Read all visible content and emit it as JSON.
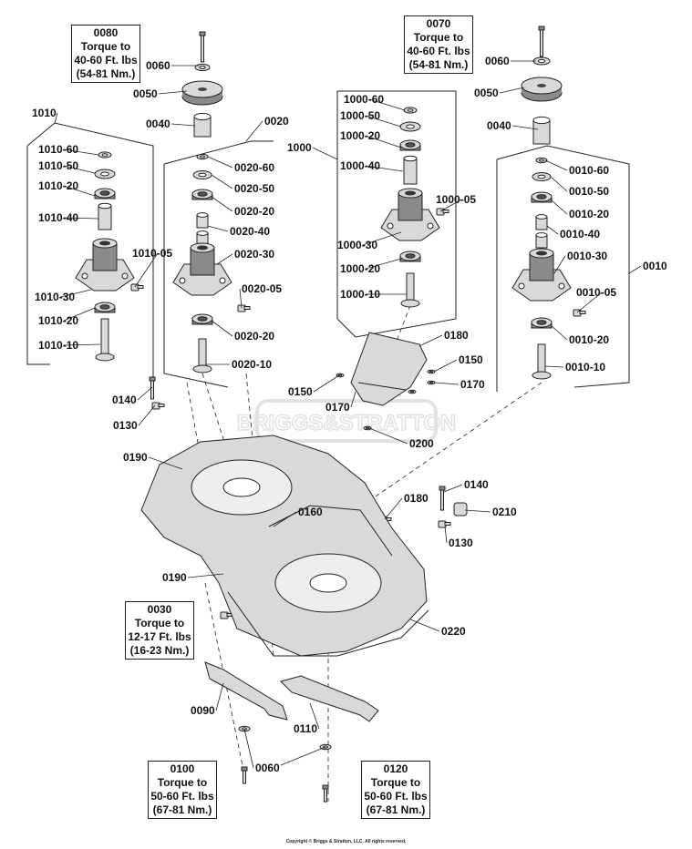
{
  "torque_boxes": [
    {
      "part": "0080",
      "lines": [
        "Torque to",
        "40-60 Ft. lbs",
        "(54-81 Nm.)"
      ]
    },
    {
      "part": "0070",
      "lines": [
        "Torque to",
        "40-60 Ft. lbs",
        "(54-81 Nm.)"
      ]
    },
    {
      "part": "0030",
      "lines": [
        "Torque to",
        "12-17 Ft. lbs",
        "(16-23 Nm.)"
      ]
    },
    {
      "part": "0100",
      "lines": [
        "Torque to",
        "50-60 Ft. lbs",
        "(67-81 Nm.)"
      ]
    },
    {
      "part": "0120",
      "lines": [
        "Torque to",
        "50-60 Ft. lbs",
        "(67-81 Nm.)"
      ]
    }
  ],
  "labels": [
    "0060",
    "0050",
    "0040",
    "0020",
    "1010",
    "1010-60",
    "1010-50",
    "1010-20",
    "1010-40",
    "1010-05",
    "1010-30",
    "1010-20",
    "1010-10",
    "0020-60",
    "0020-50",
    "0020-20",
    "0020-40",
    "0020-30",
    "0020-05",
    "0020-20",
    "0020-10",
    "1000-60",
    "1000-50",
    "1000-20",
    "1000",
    "1000-40",
    "1000-05",
    "1000-30",
    "1000-20",
    "1000-10",
    "0060",
    "0050",
    "0040",
    "0010-60",
    "0010-50",
    "0010-20",
    "0010-40",
    "0010-30",
    "0010",
    "0010-05",
    "0010-20",
    "0010-10",
    "0180",
    "0150",
    "0170",
    "0150",
    "0170",
    "0200",
    "0140",
    "0130",
    "0190",
    "0160",
    "0180",
    "0140",
    "0210",
    "0130",
    "0190",
    "0220",
    "0090",
    "0110",
    "0060"
  ],
  "watermark": "BRIGGS&STRATTON",
  "copyright": "Copyright © Briggs & Stratton, LLC. All rights reserved.",
  "colors": {
    "line": "#222222",
    "part_fill": "#d9d9d9",
    "part_dark": "#8a8a8a",
    "watermark": "#e2e2e2"
  }
}
